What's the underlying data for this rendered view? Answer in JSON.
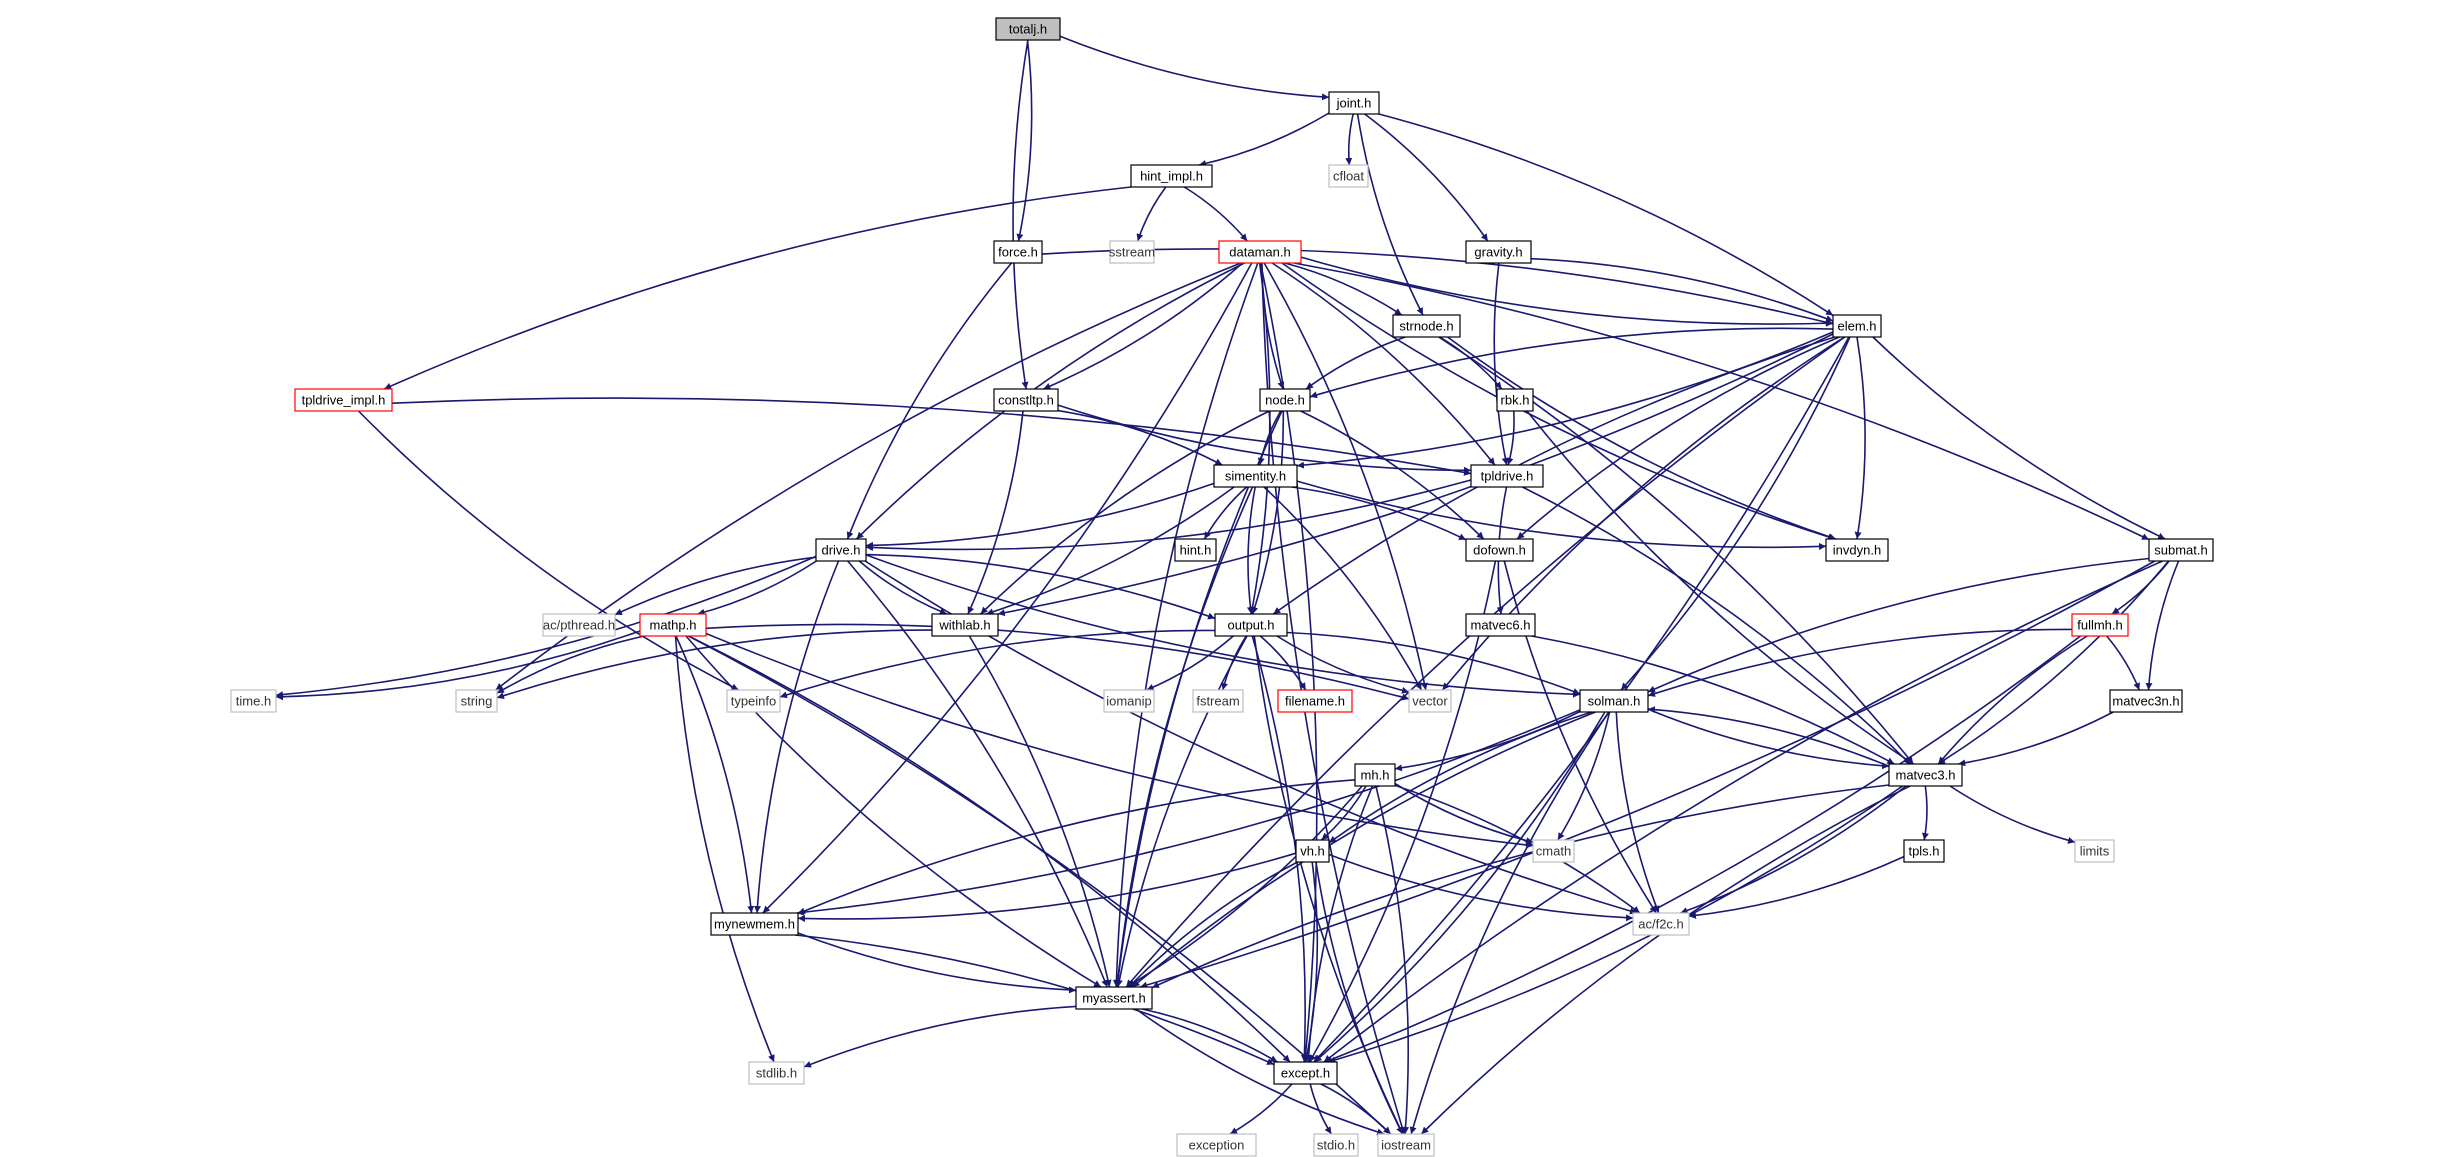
{
  "diagram": {
    "type": "include-dependency-graph",
    "colors": {
      "edge": "#191970",
      "root_fill": "#bfbfbf",
      "node_border": "#000000",
      "external_border": "#bfbfbf",
      "truncated_border": "#ff0000",
      "external_text": "#333333"
    },
    "nodes": [
      {
        "id": "totalj",
        "label": "totalj.h",
        "kind": "root"
      },
      {
        "id": "joint",
        "label": "joint.h",
        "kind": "normal"
      },
      {
        "id": "hint_impl",
        "label": "hint_impl.h",
        "kind": "normal"
      },
      {
        "id": "cfloat",
        "label": "cfloat",
        "kind": "external"
      },
      {
        "id": "force",
        "label": "force.h",
        "kind": "normal"
      },
      {
        "id": "sstream",
        "label": "sstream",
        "kind": "external"
      },
      {
        "id": "dataman",
        "label": "dataman.h",
        "kind": "truncated"
      },
      {
        "id": "gravity",
        "label": "gravity.h",
        "kind": "normal"
      },
      {
        "id": "strnode",
        "label": "strnode.h",
        "kind": "normal"
      },
      {
        "id": "elem",
        "label": "elem.h",
        "kind": "normal"
      },
      {
        "id": "tpldrive_impl",
        "label": "tpldrive_impl.h",
        "kind": "truncated"
      },
      {
        "id": "constltp",
        "label": "constltp.h",
        "kind": "normal"
      },
      {
        "id": "node",
        "label": "node.h",
        "kind": "normal"
      },
      {
        "id": "rbk",
        "label": "rbk.h",
        "kind": "normal"
      },
      {
        "id": "simentity",
        "label": "simentity.h",
        "kind": "normal"
      },
      {
        "id": "tpldrive",
        "label": "tpldrive.h",
        "kind": "normal"
      },
      {
        "id": "drive",
        "label": "drive.h",
        "kind": "normal"
      },
      {
        "id": "hint",
        "label": "hint.h",
        "kind": "normal"
      },
      {
        "id": "dofown",
        "label": "dofown.h",
        "kind": "normal"
      },
      {
        "id": "invdyn",
        "label": "invdyn.h",
        "kind": "normal"
      },
      {
        "id": "submat",
        "label": "submat.h",
        "kind": "normal"
      },
      {
        "id": "acpthread",
        "label": "ac/pthread.h",
        "kind": "external"
      },
      {
        "id": "mathp",
        "label": "mathp.h",
        "kind": "truncated"
      },
      {
        "id": "withlab",
        "label": "withlab.h",
        "kind": "normal"
      },
      {
        "id": "output",
        "label": "output.h",
        "kind": "normal"
      },
      {
        "id": "matvec6",
        "label": "matvec6.h",
        "kind": "normal"
      },
      {
        "id": "fullmh",
        "label": "fullmh.h",
        "kind": "truncated"
      },
      {
        "id": "timeh",
        "label": "time.h",
        "kind": "external"
      },
      {
        "id": "string",
        "label": "string",
        "kind": "external"
      },
      {
        "id": "typeinfo",
        "label": "typeinfo",
        "kind": "external"
      },
      {
        "id": "iomanip",
        "label": "iomanip",
        "kind": "external"
      },
      {
        "id": "fstream",
        "label": "fstream",
        "kind": "external"
      },
      {
        "id": "filename",
        "label": "filename.h",
        "kind": "truncated"
      },
      {
        "id": "vector",
        "label": "vector",
        "kind": "external"
      },
      {
        "id": "solman",
        "label": "solman.h",
        "kind": "normal"
      },
      {
        "id": "matvec3n",
        "label": "matvec3n.h",
        "kind": "normal"
      },
      {
        "id": "mh",
        "label": "mh.h",
        "kind": "normal"
      },
      {
        "id": "matvec3",
        "label": "matvec3.h",
        "kind": "normal"
      },
      {
        "id": "cmath",
        "label": "cmath",
        "kind": "external"
      },
      {
        "id": "tpls",
        "label": "tpls.h",
        "kind": "normal"
      },
      {
        "id": "limits",
        "label": "limits",
        "kind": "external"
      },
      {
        "id": "vh",
        "label": "vh.h",
        "kind": "normal"
      },
      {
        "id": "mynewmem",
        "label": "mynewmem.h",
        "kind": "normal"
      },
      {
        "id": "acf2c",
        "label": "ac/f2c.h",
        "kind": "external"
      },
      {
        "id": "myassert",
        "label": "myassert.h",
        "kind": "normal"
      },
      {
        "id": "stdlib",
        "label": "stdlib.h",
        "kind": "external"
      },
      {
        "id": "except",
        "label": "except.h",
        "kind": "normal"
      },
      {
        "id": "exception",
        "label": "exception",
        "kind": "external"
      },
      {
        "id": "stdio",
        "label": "stdio.h",
        "kind": "external"
      },
      {
        "id": "iostream",
        "label": "iostream",
        "kind": "external"
      }
    ],
    "edges": [
      [
        "totalj",
        "joint"
      ],
      [
        "totalj",
        "force"
      ],
      [
        "totalj",
        "constltp"
      ],
      [
        "joint",
        "hint_impl"
      ],
      [
        "joint",
        "cfloat"
      ],
      [
        "joint",
        "gravity"
      ],
      [
        "joint",
        "strnode"
      ],
      [
        "joint",
        "elem"
      ],
      [
        "hint_impl",
        "sstream"
      ],
      [
        "hint_impl",
        "dataman"
      ],
      [
        "hint_impl",
        "tpldrive_impl"
      ],
      [
        "force",
        "elem"
      ],
      [
        "force",
        "drive"
      ],
      [
        "gravity",
        "elem"
      ],
      [
        "gravity",
        "tpldrive"
      ],
      [
        "dataman",
        "strnode"
      ],
      [
        "dataman",
        "elem"
      ],
      [
        "dataman",
        "constltp"
      ],
      [
        "dataman",
        "node"
      ],
      [
        "dataman",
        "tpldrive"
      ],
      [
        "dataman",
        "invdyn"
      ],
      [
        "dataman",
        "submat"
      ],
      [
        "dataman",
        "drive"
      ],
      [
        "dataman",
        "output"
      ],
      [
        "dataman",
        "string"
      ],
      [
        "dataman",
        "mynewmem"
      ],
      [
        "dataman",
        "myassert"
      ],
      [
        "dataman",
        "except"
      ],
      [
        "dataman",
        "iostream"
      ],
      [
        "dataman",
        "vector"
      ],
      [
        "strnode",
        "node"
      ],
      [
        "strnode",
        "rbk"
      ],
      [
        "strnode",
        "invdyn"
      ],
      [
        "strnode",
        "matvec3"
      ],
      [
        "elem",
        "node"
      ],
      [
        "elem",
        "simentity"
      ],
      [
        "elem",
        "dofown"
      ],
      [
        "elem",
        "invdyn"
      ],
      [
        "elem",
        "submat"
      ],
      [
        "elem",
        "withlab"
      ],
      [
        "elem",
        "output"
      ],
      [
        "elem",
        "solman"
      ],
      [
        "elem",
        "myassert"
      ],
      [
        "elem",
        "except"
      ],
      [
        "elem",
        "vector"
      ],
      [
        "tpldrive_impl",
        "tpldrive"
      ],
      [
        "tpldrive_impl",
        "typeinfo"
      ],
      [
        "constltp",
        "simentity"
      ],
      [
        "constltp",
        "tpldrive"
      ],
      [
        "constltp",
        "withlab"
      ],
      [
        "node",
        "simentity"
      ],
      [
        "node",
        "dofown"
      ],
      [
        "node",
        "withlab"
      ],
      [
        "node",
        "output"
      ],
      [
        "node",
        "myassert"
      ],
      [
        "rbk",
        "tpldrive"
      ],
      [
        "rbk",
        "matvec3"
      ],
      [
        "simentity",
        "drive"
      ],
      [
        "simentity",
        "hint"
      ],
      [
        "simentity",
        "dofown"
      ],
      [
        "simentity",
        "invdyn"
      ],
      [
        "simentity",
        "withlab"
      ],
      [
        "simentity",
        "output"
      ],
      [
        "simentity",
        "vector"
      ],
      [
        "simentity",
        "myassert"
      ],
      [
        "tpldrive",
        "drive"
      ],
      [
        "tpldrive",
        "matvec6"
      ],
      [
        "tpldrive",
        "matvec3"
      ],
      [
        "drive",
        "acpthread"
      ],
      [
        "drive",
        "mathp"
      ],
      [
        "drive",
        "withlab"
      ],
      [
        "drive",
        "output"
      ],
      [
        "drive",
        "solman"
      ],
      [
        "drive",
        "timeh"
      ],
      [
        "drive",
        "mynewmem"
      ],
      [
        "drive",
        "myassert"
      ],
      [
        "drive",
        "acf2c"
      ],
      [
        "dofown",
        "except"
      ],
      [
        "dofown",
        "acf2c"
      ],
      [
        "submat",
        "fullmh"
      ],
      [
        "submat",
        "matvec3n"
      ],
      [
        "submat",
        "matvec3"
      ],
      [
        "submat",
        "solman"
      ],
      [
        "submat",
        "myassert"
      ],
      [
        "submat",
        "except"
      ],
      [
        "mathp",
        "timeh"
      ],
      [
        "mathp",
        "string"
      ],
      [
        "mathp",
        "mynewmem"
      ],
      [
        "mathp",
        "myassert"
      ],
      [
        "mathp",
        "except"
      ],
      [
        "mathp",
        "stdlib"
      ],
      [
        "mathp",
        "iostream"
      ],
      [
        "mathp",
        "cmath"
      ],
      [
        "mathp",
        "vector"
      ],
      [
        "withlab",
        "string"
      ],
      [
        "withlab",
        "myassert"
      ],
      [
        "output",
        "typeinfo"
      ],
      [
        "output",
        "iomanip"
      ],
      [
        "output",
        "fstream"
      ],
      [
        "output",
        "filename"
      ],
      [
        "output",
        "vector"
      ],
      [
        "output",
        "solman"
      ],
      [
        "output",
        "myassert"
      ],
      [
        "output",
        "except"
      ],
      [
        "output",
        "iostream"
      ],
      [
        "matvec6",
        "matvec3"
      ],
      [
        "fullmh",
        "solman"
      ],
      [
        "fullmh",
        "matvec3n"
      ],
      [
        "fullmh",
        "matvec3"
      ],
      [
        "fullmh",
        "except"
      ],
      [
        "solman",
        "matvec3"
      ],
      [
        "solman",
        "mh"
      ],
      [
        "solman",
        "vh"
      ],
      [
        "solman",
        "cmath"
      ],
      [
        "solman",
        "acf2c"
      ],
      [
        "solman",
        "mynewmem"
      ],
      [
        "solman",
        "myassert"
      ],
      [
        "solman",
        "except"
      ],
      [
        "solman",
        "iostream"
      ],
      [
        "matvec3n",
        "matvec3"
      ],
      [
        "matvec3",
        "solman"
      ],
      [
        "matvec3",
        "tpls"
      ],
      [
        "matvec3",
        "limits"
      ],
      [
        "matvec3",
        "acf2c"
      ],
      [
        "matvec3",
        "myassert"
      ],
      [
        "matvec3",
        "except"
      ],
      [
        "matvec3",
        "iostream"
      ],
      [
        "mh",
        "vh"
      ],
      [
        "mh",
        "cmath"
      ],
      [
        "mh",
        "acf2c"
      ],
      [
        "mh",
        "mynewmem"
      ],
      [
        "mh",
        "myassert"
      ],
      [
        "mh",
        "except"
      ],
      [
        "mh",
        "iostream"
      ],
      [
        "vh",
        "acf2c"
      ],
      [
        "vh",
        "mynewmem"
      ],
      [
        "vh",
        "myassert"
      ],
      [
        "vh",
        "except"
      ],
      [
        "vh",
        "iostream"
      ],
      [
        "tpls",
        "acf2c"
      ],
      [
        "mynewmem",
        "myassert"
      ],
      [
        "mynewmem",
        "except"
      ],
      [
        "myassert",
        "stdlib"
      ],
      [
        "myassert",
        "except"
      ],
      [
        "myassert",
        "iostream"
      ],
      [
        "except",
        "exception"
      ],
      [
        "except",
        "stdio"
      ],
      [
        "except",
        "iostream"
      ]
    ]
  }
}
